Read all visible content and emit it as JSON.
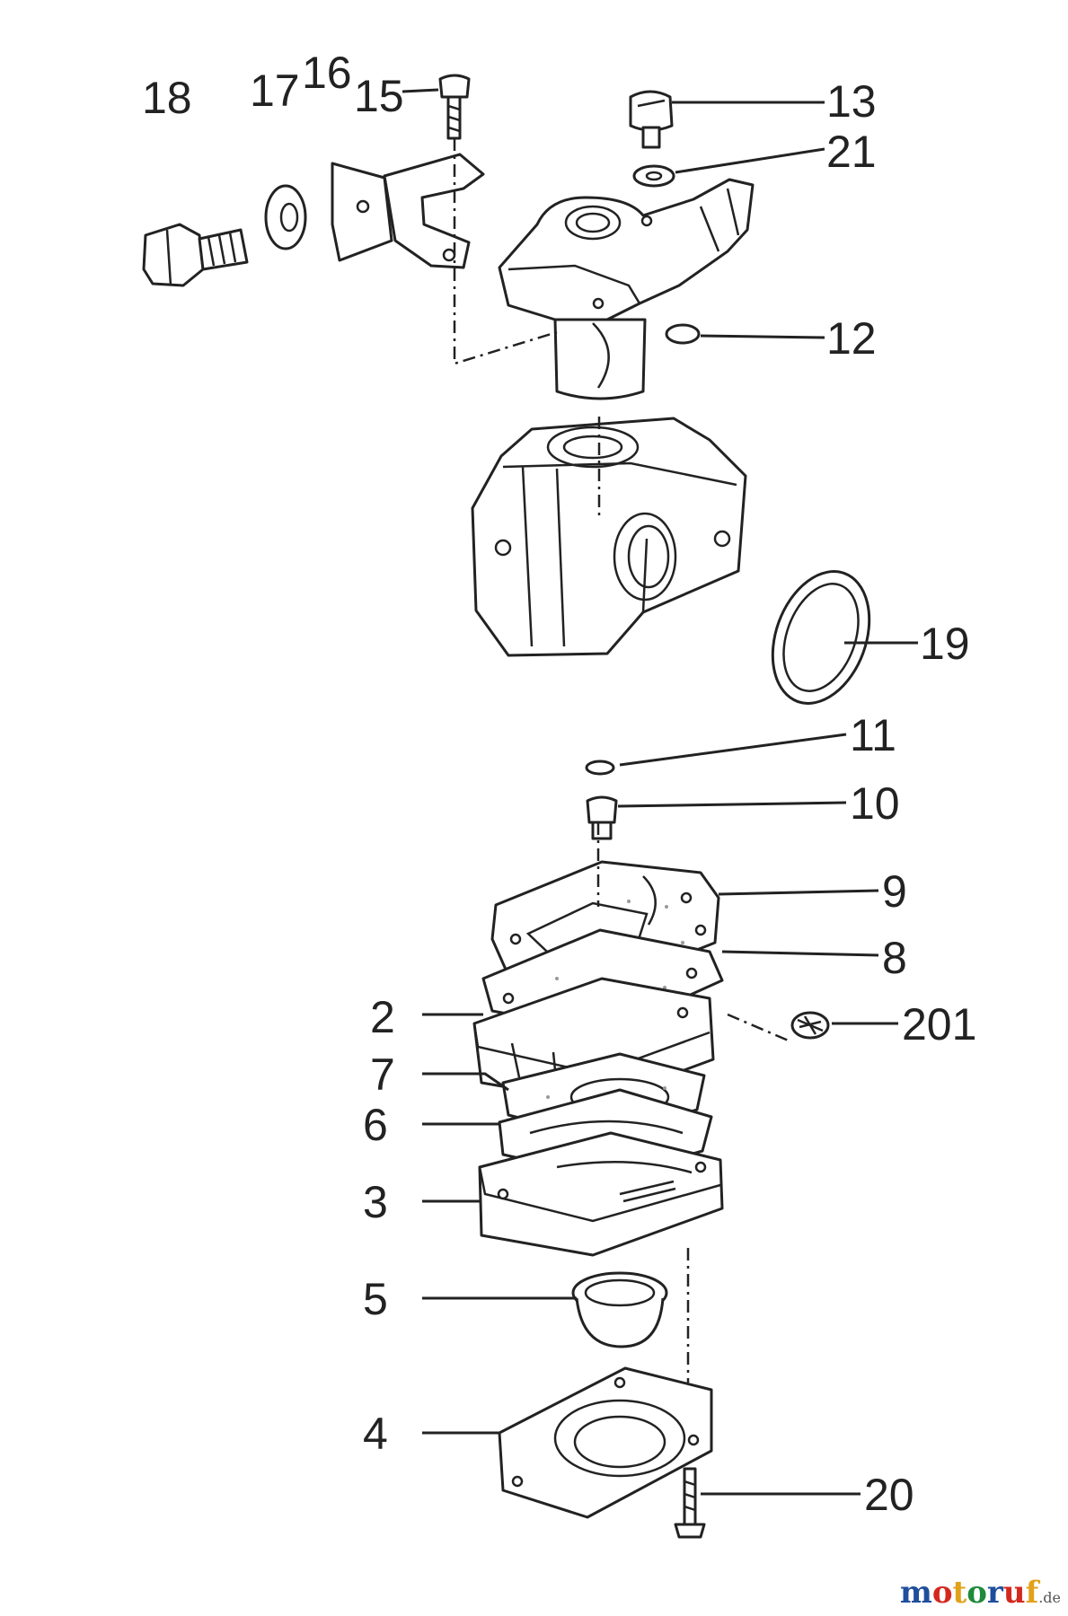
{
  "parts": [
    {
      "id": "18",
      "label": "18"
    },
    {
      "id": "17",
      "label": "17"
    },
    {
      "id": "16",
      "label": "16"
    },
    {
      "id": "15",
      "label": "15"
    },
    {
      "id": "13",
      "label": "13"
    },
    {
      "id": "21",
      "label": "21"
    },
    {
      "id": "12",
      "label": "12"
    },
    {
      "id": "19",
      "label": "19"
    },
    {
      "id": "11",
      "label": "11"
    },
    {
      "id": "10",
      "label": "10"
    },
    {
      "id": "9",
      "label": "9"
    },
    {
      "id": "8",
      "label": "8"
    },
    {
      "id": "201",
      "label": "201"
    },
    {
      "id": "2",
      "label": "2"
    },
    {
      "id": "7",
      "label": "7"
    },
    {
      "id": "6",
      "label": "6"
    },
    {
      "id": "3",
      "label": "3"
    },
    {
      "id": "5",
      "label": "5"
    },
    {
      "id": "4",
      "label": "4"
    },
    {
      "id": "20",
      "label": "20"
    }
  ],
  "watermark": {
    "text": "motoruf",
    "suffix": ".de",
    "colors": [
      "#1f4e9c",
      "#d4281e",
      "#e0a21a",
      "#1f8a3b",
      "#1f4e9c",
      "#d4281e",
      "#e0a21a"
    ]
  }
}
